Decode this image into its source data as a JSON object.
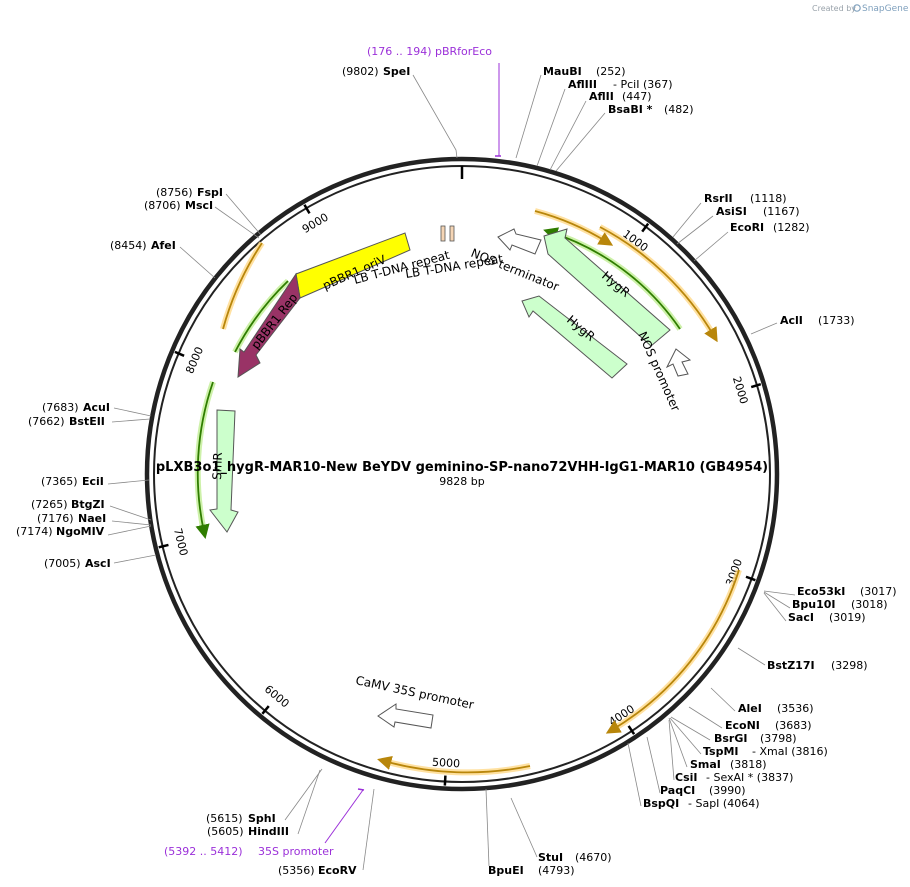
{
  "plasmid": {
    "name": "pLXB3o1_hygR-MAR10-New BeYDV geminino-SP-nano72VHH-IgG1-MAR10 (GB4954)",
    "length_label": "9828 bp",
    "total_bp": 9828
  },
  "credit": {
    "prefix": "Created by",
    "brand": "SnapGene"
  },
  "ticks": [
    {
      "bp": 1000,
      "label": "1000"
    },
    {
      "bp": 2000,
      "label": "2000"
    },
    {
      "bp": 3000,
      "label": "3000"
    },
    {
      "bp": 4000,
      "label": "4000"
    },
    {
      "bp": 5000,
      "label": "5000"
    },
    {
      "bp": 6000,
      "label": "6000"
    },
    {
      "bp": 7000,
      "label": "7000"
    },
    {
      "bp": 8000,
      "label": "8000"
    },
    {
      "bp": 9000,
      "label": "9000"
    }
  ],
  "sites": [
    {
      "name": "SpeI",
      "pos": "(9802)",
      "bp": 9802,
      "side": "left"
    },
    {
      "name": "MauBI",
      "pos": "(252)",
      "bp": 252,
      "side": "right"
    },
    {
      "name": "AflIII",
      "pos": "- PciI (367)",
      "bp": 367,
      "side": "right"
    },
    {
      "name": "AflII",
      "pos": "(447)",
      "bp": 447,
      "side": "right"
    },
    {
      "name": "BsaBI *",
      "pos": "(482)",
      "bp": 482,
      "side": "right"
    },
    {
      "name": "RsrII",
      "pos": "(1118)",
      "bp": 1118,
      "side": "right"
    },
    {
      "name": "AsiSI",
      "pos": "(1167)",
      "bp": 1167,
      "side": "right"
    },
    {
      "name": "EcoRI",
      "pos": "(1282)",
      "bp": 1282,
      "side": "right"
    },
    {
      "name": "AclI",
      "pos": "(1733)",
      "bp": 1733,
      "side": "right"
    },
    {
      "name": "Eco53kI",
      "pos": "(3017)",
      "bp": 3017,
      "side": "right"
    },
    {
      "name": "Bpu10I",
      "pos": "(3018)",
      "bp": 3018,
      "side": "right"
    },
    {
      "name": "SacI",
      "pos": "(3019)",
      "bp": 3019,
      "side": "right"
    },
    {
      "name": "BstZ17I",
      "pos": "(3298)",
      "bp": 3298,
      "side": "right"
    },
    {
      "name": "AleI",
      "pos": "(3536)",
      "bp": 3536,
      "side": "right"
    },
    {
      "name": "EcoNI",
      "pos": "(3683)",
      "bp": 3683,
      "side": "right"
    },
    {
      "name": "BsrGI",
      "pos": "(3798)",
      "bp": 3798,
      "side": "right"
    },
    {
      "name": "TspMI",
      "pos": "- XmaI (3816)",
      "bp": 3816,
      "side": "right"
    },
    {
      "name": "SmaI",
      "pos": "(3818)",
      "bp": 3818,
      "side": "right"
    },
    {
      "name": "CsiI",
      "pos": "- SexAI * (3837)",
      "bp": 3837,
      "side": "right"
    },
    {
      "name": "PaqCI",
      "pos": "(3990)",
      "bp": 3990,
      "side": "right"
    },
    {
      "name": "BspQI",
      "pos": "- SapI (4064)",
      "bp": 4064,
      "side": "right"
    },
    {
      "name": "StuI",
      "pos": "(4670)",
      "bp": 4670,
      "side": "right"
    },
    {
      "name": "BpuEI",
      "pos": "(4793)",
      "bp": 4793,
      "side": "right"
    },
    {
      "name": "EcoRV",
      "pos": "(5356)",
      "bp": 5356,
      "side": "left"
    },
    {
      "name": "HindIII",
      "pos": "(5605)",
      "bp": 5605,
      "side": "left"
    },
    {
      "name": "SphI",
      "pos": "(5615)",
      "bp": 5615,
      "side": "left"
    },
    {
      "name": "AscI",
      "pos": "(7005)",
      "bp": 7005,
      "side": "left"
    },
    {
      "name": "NgoMIV",
      "pos": "(7174)",
      "bp": 7174,
      "side": "left"
    },
    {
      "name": "NaeI",
      "pos": "(7176)",
      "bp": 7176,
      "side": "left"
    },
    {
      "name": "BtgZI",
      "pos": "(7265)",
      "bp": 7265,
      "side": "left"
    },
    {
      "name": "EciI",
      "pos": "(7365)",
      "bp": 7365,
      "side": "left"
    },
    {
      "name": "BstEII",
      "pos": "(7662)",
      "bp": 7662,
      "side": "left"
    },
    {
      "name": "AcuI",
      "pos": "(7683)",
      "bp": 7683,
      "side": "left"
    },
    {
      "name": "AfeI",
      "pos": "(8454)",
      "bp": 8454,
      "side": "left"
    },
    {
      "name": "MscI",
      "pos": "(8706)",
      "bp": 8706,
      "side": "left"
    },
    {
      "name": "FspI",
      "pos": "(8756)",
      "bp": 8756,
      "side": "left"
    }
  ],
  "primers": [
    {
      "range": "(176 .. 194)",
      "name": "pBRforEco",
      "bp": 185
    },
    {
      "range": "(5392 .. 5412)",
      "name": "35S promoter",
      "bp": 5402
    }
  ],
  "features": [
    {
      "name": "pBBR1 oriV",
      "color": "#ffff00"
    },
    {
      "name": "pBBR1 Rep",
      "color": "#993366"
    },
    {
      "name": "SmR",
      "color": "#ccffcc"
    },
    {
      "name": "HygR",
      "color": "#ccffcc"
    },
    {
      "name": "HygR",
      "color": "#ccffcc"
    },
    {
      "name": "NOS terminator",
      "color": "#ffffff"
    },
    {
      "name": "NOS promoter",
      "color": "#ffffff"
    },
    {
      "name": "CaMV 35S promoter",
      "color": "#ffffff"
    },
    {
      "name": "LB T-DNA repeat",
      "color": "#f5d5b5"
    },
    {
      "name": "LB T-DNA repeat",
      "color": "#f5d5b5"
    }
  ],
  "colors": {
    "backbone": "#222222",
    "orf_orange": "#b8860b",
    "orf_halo": "#ffd98a",
    "orf_green": "#2f7d00",
    "orf_green_halo": "#c8f0a0",
    "primer": "#9b30d9"
  }
}
